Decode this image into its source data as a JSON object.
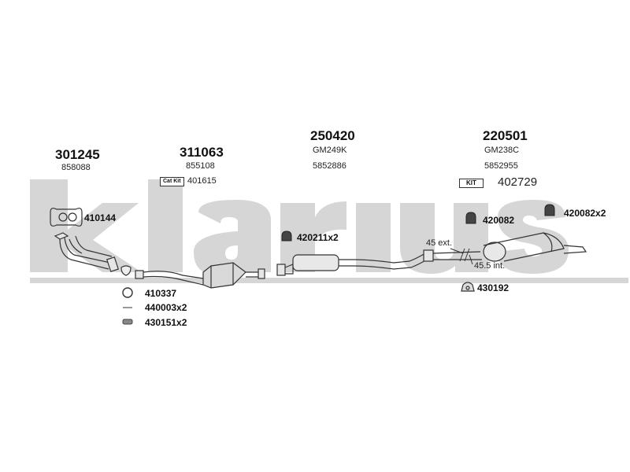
{
  "watermark": {
    "text": "klarius",
    "color": "#d6d6d6"
  },
  "groups": [
    {
      "part": "301245",
      "ref": "858088"
    },
    {
      "part": "311063",
      "ref": "855108",
      "kit_badge": "Cat Kit",
      "kit_ref": "401615"
    },
    {
      "part": "250420",
      "ref": "GM249K",
      "ref2": "5852886"
    },
    {
      "part": "220501",
      "ref": "GM238C",
      "ref2": "5852955",
      "kit_badge": "KIT",
      "kit_ref": "402729"
    }
  ],
  "accessories": [
    {
      "code": "410144"
    },
    {
      "code": "410337"
    },
    {
      "code": "440003x2"
    },
    {
      "code": "430151x2"
    },
    {
      "code": "420211x2"
    },
    {
      "code": "420082"
    },
    {
      "code": "420082x2"
    },
    {
      "code": "430192"
    }
  ],
  "dimensions": {
    "ext": "45 ext.",
    "int": "45.5 int."
  }
}
